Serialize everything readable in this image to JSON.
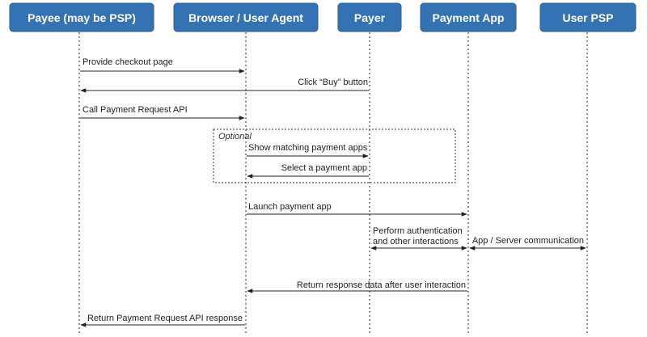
{
  "actors": [
    {
      "id": "payee",
      "label": "Payee (may be PSP)"
    },
    {
      "id": "browser",
      "label": "Browser / User Agent"
    },
    {
      "id": "payer",
      "label": "Payer"
    },
    {
      "id": "app",
      "label": "Payment App"
    },
    {
      "id": "psp",
      "label": "User PSP"
    }
  ],
  "optional_frame": {
    "label": "Optional"
  },
  "messages": [
    {
      "from": "payee",
      "to": "browser",
      "lines": [
        "Provide checkout page"
      ]
    },
    {
      "from": "payer",
      "to": "payee",
      "lines": [
        "Click “Buy” button"
      ]
    },
    {
      "from": "payee",
      "to": "browser",
      "lines": [
        "Call Payment Request API"
      ]
    },
    {
      "from": "browser",
      "to": "payer",
      "lines": [
        "Show matching payment apps"
      ]
    },
    {
      "from": "payer",
      "to": "browser",
      "lines": [
        "Select a payment app"
      ]
    },
    {
      "from": "browser",
      "to": "app",
      "lines": [
        "Launch payment app"
      ]
    },
    {
      "from": "payer",
      "to": "app",
      "lines": [
        "Perform authentication",
        "and other interactions"
      ],
      "bidirectional": true
    },
    {
      "from": "app",
      "to": "psp",
      "lines": [
        "App / Server communication"
      ],
      "bidirectional": true
    },
    {
      "from": "app",
      "to": "browser",
      "lines": [
        "Return response data after user interaction"
      ]
    },
    {
      "from": "browser",
      "to": "payee",
      "lines": [
        "Return Payment Request API response"
      ]
    }
  ]
}
